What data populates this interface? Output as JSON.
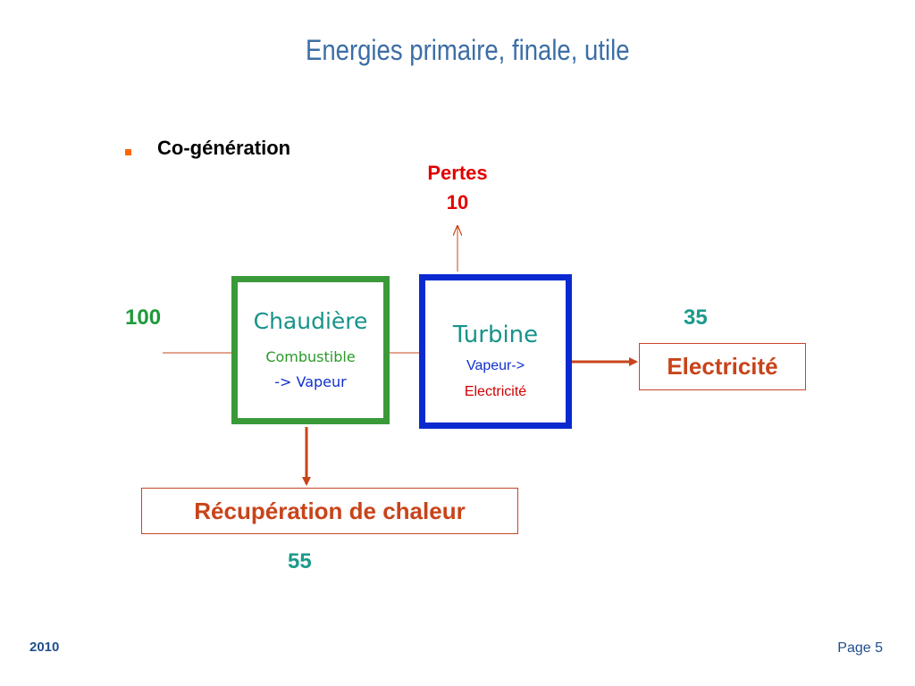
{
  "slide": {
    "title": "Energies primaire, finale, utile",
    "bullet": "Co-génération"
  },
  "diagram": {
    "losses": {
      "label": "Pertes",
      "value": "10"
    },
    "input_value": "100",
    "chaudiere": {
      "title": "Chaudière",
      "line1": "Combustible",
      "line2": "-> Vapeur"
    },
    "turbine": {
      "title": "Turbine",
      "line1": "Vapeur->",
      "line2": "Electricité"
    },
    "electricity": {
      "label": "Electricité",
      "value": "35"
    },
    "heat_recovery": {
      "label": "Récupération de chaleur",
      "value": "55"
    }
  },
  "footer": {
    "year": "2010",
    "page": "Page 5"
  },
  "colors": {
    "title": "#3b6ea5",
    "bullet_marker": "#ff6600",
    "chaudiere_border": "#3a9a3a",
    "turbine_border": "#0a2ad0",
    "arrow": "#c8441a",
    "losses": "#e00000",
    "values": "#1a9a8a"
  }
}
